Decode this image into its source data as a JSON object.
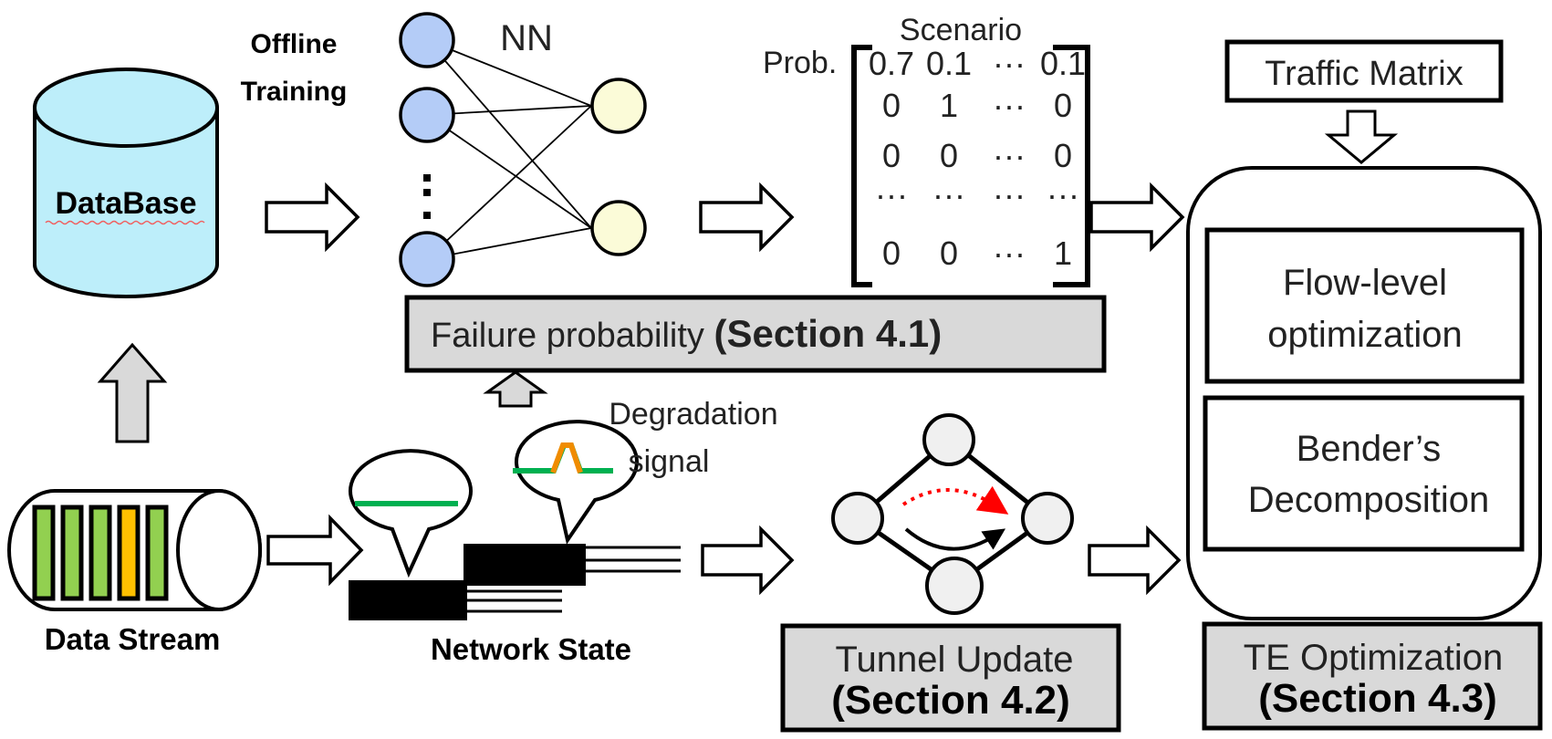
{
  "database": {
    "label": "DataBase",
    "fill": "#bdeefa"
  },
  "offline_training": {
    "line1": "Offline",
    "line2": "Training"
  },
  "nn": {
    "label": "NN",
    "input_color": "#b4ccf7",
    "output_color": "#fbfbd8",
    "ellipsis": "⋮"
  },
  "matrix": {
    "column_label": "Scenario",
    "row_label": "Prob.",
    "rows": [
      [
        "0.7",
        "0.1",
        "···",
        "0.1"
      ],
      [
        "0",
        "1",
        "···",
        "0"
      ],
      [
        "0",
        "0",
        "···",
        "0"
      ],
      [
        "···",
        "···",
        "···",
        "···"
      ],
      [
        "0",
        "0",
        "···",
        "1"
      ]
    ]
  },
  "failure_probability": {
    "text": "Failure probability ",
    "section": "(Section 4.1)"
  },
  "traffic_matrix": {
    "label": "Traffic Matrix"
  },
  "te_box": {
    "flow_level": {
      "line1": "Flow-level",
      "line2": "optimization"
    },
    "benders": {
      "line1": "Bender’s",
      "line2": "Decomposition"
    }
  },
  "te_optimization": {
    "text": "TE Optimization",
    "section": "(Section 4.3)"
  },
  "tunnel_update": {
    "text": "Tunnel Update",
    "section": "(Section 4.2)"
  },
  "data_stream": {
    "label": "Data Stream",
    "bar_colors": [
      "#92d050",
      "#92d050",
      "#92d050",
      "#ffc000",
      "#92d050"
    ]
  },
  "network_state": {
    "label": "Network State",
    "signal_color": "#00b050",
    "spike_color": "#f08c00"
  },
  "degradation": {
    "line1": "Degradation",
    "line2": "signal"
  },
  "colors": {
    "gray_box": "#d9d9d9",
    "tunnel_node": "#f0f0f0",
    "red_path": "#ff0000"
  }
}
